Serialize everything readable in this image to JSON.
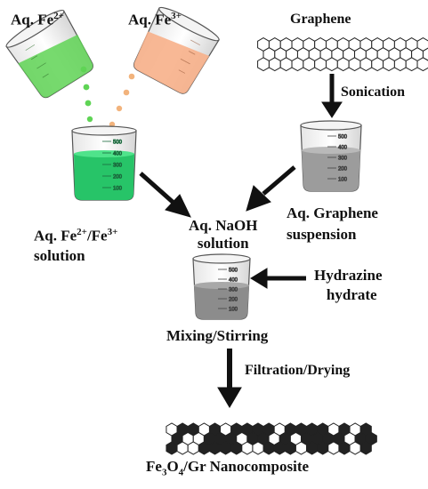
{
  "labels": {
    "fe2": {
      "prefix": "Aq. Fe",
      "sup": "2+"
    },
    "fe3": {
      "prefix": "Aq. Fe",
      "sup": "3+"
    },
    "graphene": "Graphene",
    "sonication": "Sonication",
    "mix_solution": {
      "line1_prefix": "Aq. Fe",
      "sup1": "2+",
      "slash": "/Fe",
      "sup2": "3+",
      "line2": "solution"
    },
    "naoh": {
      "line1": "Aq. NaOH",
      "line2": "solution"
    },
    "graphene_suspension": {
      "line1": "Aq. Graphene",
      "line2": "suspension"
    },
    "hydrazine": {
      "line1": "Hydrazine",
      "line2": "hydrate"
    },
    "mixing": "Mixing/Stirring",
    "filtration": "Filtration/Drying",
    "product": {
      "a": "Fe",
      "sub1": "3",
      "b": "O",
      "sub2": "4",
      "c": "/Gr Nanocomposite"
    }
  },
  "beaker_marks": [
    "500",
    "400",
    "300",
    "200",
    "100"
  ],
  "colors": {
    "fe2_liquid": "#5fd455",
    "fe3_liquid": "#f7b08a",
    "mixed_liquid": "#27c468",
    "graphene_liquid": "#9c9c9c",
    "mixing_liquid": "#8c8c8c",
    "arrow": "#111111",
    "fe3o4_hexagon": "#222222"
  }
}
